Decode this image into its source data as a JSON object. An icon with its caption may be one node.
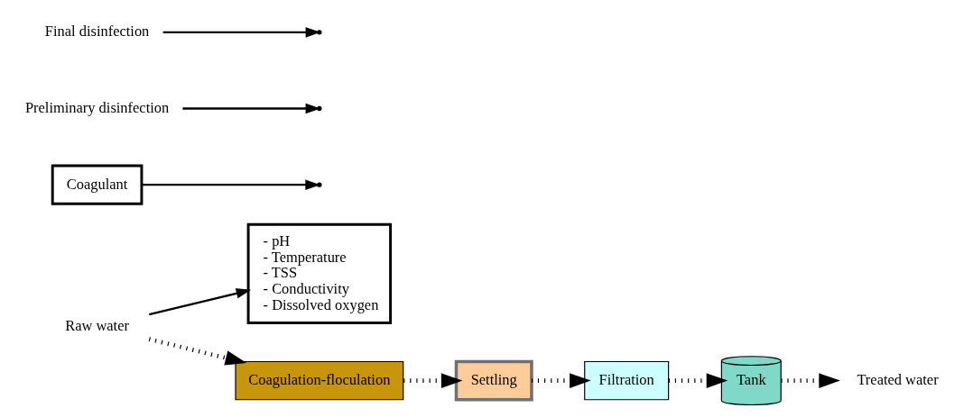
{
  "diagram": {
    "nodes": [
      {
        "text": [
          "- pH",
          "- Temperature",
          "- TSS",
          "- Conductivity",
          "- Dissolved oxygen"
        ]
      },
      {
        "text": [
          "Raw water"
        ]
      },
      {
        "text": [
          "Coagulant"
        ]
      },
      {
        "text": [
          "Coagulation-floculation"
        ]
      },
      {
        "text": [
          "Settling"
        ]
      },
      {
        "text": [
          "Filtration"
        ]
      },
      {
        "text": [
          "Tank"
        ]
      },
      {
        "text": [
          "Treated water"
        ]
      },
      {
        "text": [
          "Preliminary disinfection"
        ]
      },
      {
        "text": [
          "Final disinfection"
        ]
      }
    ],
    "edges": [
      {
        "from": 1,
        "to": 0,
        "arrow": "to"
      },
      {
        "from": 1,
        "to": 3,
        "arrow": "to",
        "style": "dashed"
      },
      {
        "from": 2,
        "to": null,
        "arrow": "to"
      },
      {
        "from": 8,
        "to": null,
        "arrow": "to"
      },
      {
        "from": 3,
        "to": 4,
        "arrow": "to",
        "style": "dashed"
      },
      {
        "from": 4,
        "to": 5,
        "arrow": "to",
        "style": "dashed"
      },
      {
        "from": 5,
        "to": 6,
        "arrow": "to",
        "style": "dashed"
      },
      {
        "from": 9,
        "to": null,
        "arrow": "to"
      },
      {
        "from": 6,
        "to": 7,
        "arrow": "to",
        "style": "dashed"
      }
    ]
  }
}
